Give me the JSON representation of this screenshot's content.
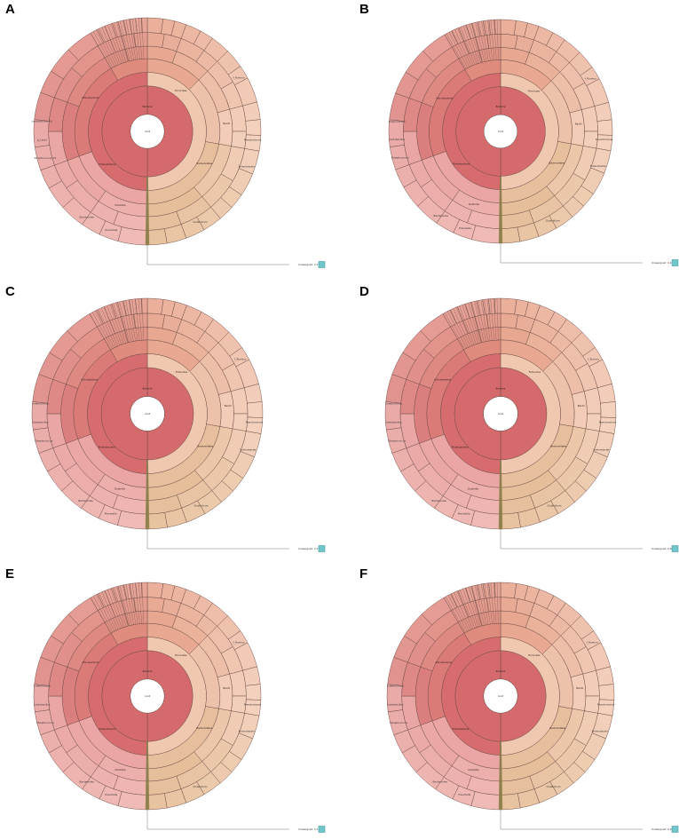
{
  "figure": {
    "panels": [
      {
        "id": "A",
        "label": "A",
        "center_text": "root",
        "domain_label": "Bacteria",
        "unassigned_text": "Unassigned: 0.1%",
        "ring_labels": [
          "Firmicutes",
          "Proteobacteria",
          "Bacteroidetes",
          "Actinobacteria",
          "Clostridia",
          "Bacilli"
        ],
        "side_labels": [
          "Streptococcus 2%",
          "g_Lacto",
          "Lactobacillus 4%",
          "f_Rumino",
          "Pseudomonas",
          "Enterobacter",
          "Prevotella",
          "Bacteroides",
          "Clostridium"
        ],
        "colors": [
          "#d86c6e",
          "#e08c7c",
          "#e8b09a",
          "#f0c9b4",
          "#e9a59e"
        ]
      },
      {
        "id": "B",
        "label": "B",
        "center_text": "root",
        "domain_label": "Bacteria",
        "unassigned_text": "Unassigned: 0.1%",
        "ring_labels": [
          "Firmicutes",
          "Proteobacteria",
          "Bacteroidetes",
          "Actinobacteria",
          "Clostridia",
          "Bacilli"
        ],
        "side_labels": [
          "Streptococcus",
          "Lactobacillus",
          "Enterococcus",
          "f_Rumino",
          "Pseudomonas",
          "Enterobacter",
          "Prevotella",
          "Bacteroides",
          "Clostridium"
        ],
        "colors": [
          "#d86c6e",
          "#e08c7c",
          "#e8b09a",
          "#f0c9b4",
          "#e9a59e"
        ]
      },
      {
        "id": "C",
        "label": "C",
        "center_text": "root",
        "domain_label": "Bacteria",
        "unassigned_text": "Unassigned: 0.1%",
        "ring_labels": [
          "Firmicutes",
          "Proteobacteria",
          "Bacteroidetes",
          "Actinobacteria",
          "Clostridia",
          "Bacilli"
        ],
        "side_labels": [
          "Streptococcus",
          "Lactobacillus",
          "Enterococcus",
          "f_Rumino",
          "Pseudomonas",
          "Enterobacter",
          "Prevotella",
          "Bacteroides",
          "Clostridium"
        ],
        "colors": [
          "#d86c6e",
          "#e08c7c",
          "#e8b09a",
          "#f0c9b4",
          "#e9a59e"
        ]
      },
      {
        "id": "D",
        "label": "D",
        "center_text": "root",
        "domain_label": "Bacteria",
        "unassigned_text": "Unassigned: 0.05%",
        "ring_labels": [
          "Firmicutes",
          "Proteobacteria",
          "Bacteroidetes",
          "Actinobacteria",
          "Clostridia",
          "Bacilli"
        ],
        "side_labels": [
          "Streptococcus",
          "Lactobacillus",
          "Enterococcus",
          "f_Rumino",
          "Pseudomonas",
          "Enterobacter",
          "Prevotella",
          "Bacteroides",
          "Clostridium"
        ],
        "colors": [
          "#d86c6e",
          "#e08c7c",
          "#e8b09a",
          "#f0c9b4",
          "#e9a59e"
        ]
      },
      {
        "id": "E",
        "label": "E",
        "center_text": "root",
        "domain_label": "Bacteria",
        "unassigned_text": "Unassigned: 0.1%",
        "ring_labels": [
          "Firmicutes",
          "Proteobacteria",
          "Bacteroidetes",
          "Actinobacteria",
          "Clostridia",
          "Bacilli"
        ],
        "side_labels": [
          "Streptococcus",
          "Lactobacillus",
          "Enterococcus",
          "f_Rumino",
          "Pseudomonas",
          "Enterobacter",
          "Prevotella",
          "Bacteroides",
          "Clostridium"
        ],
        "colors": [
          "#d86c6e",
          "#e08c7c",
          "#e8b09a",
          "#f0c9b4",
          "#e9a59e"
        ]
      },
      {
        "id": "F",
        "label": "F",
        "center_text": "root",
        "domain_label": "Bacteria",
        "unassigned_text": "Unassigned: 0.03%",
        "ring_labels": [
          "Firmicutes",
          "Proteobacteria",
          "Bacteroidetes",
          "Actinobacteria",
          "Clostridia",
          "Bacilli"
        ],
        "side_labels": [
          "Streptococcus",
          "Lactobacillus",
          "Enterococcus",
          "f_Rumino",
          "Pseudomonas",
          "Enterobacter",
          "Prevotella",
          "Bacteroides",
          "Clostridium"
        ],
        "colors": [
          "#d86c6e",
          "#e08c7c",
          "#e8b09a",
          "#f0c9b4",
          "#e9a59e"
        ]
      }
    ],
    "accent_teal": "#6fc7cc"
  }
}
